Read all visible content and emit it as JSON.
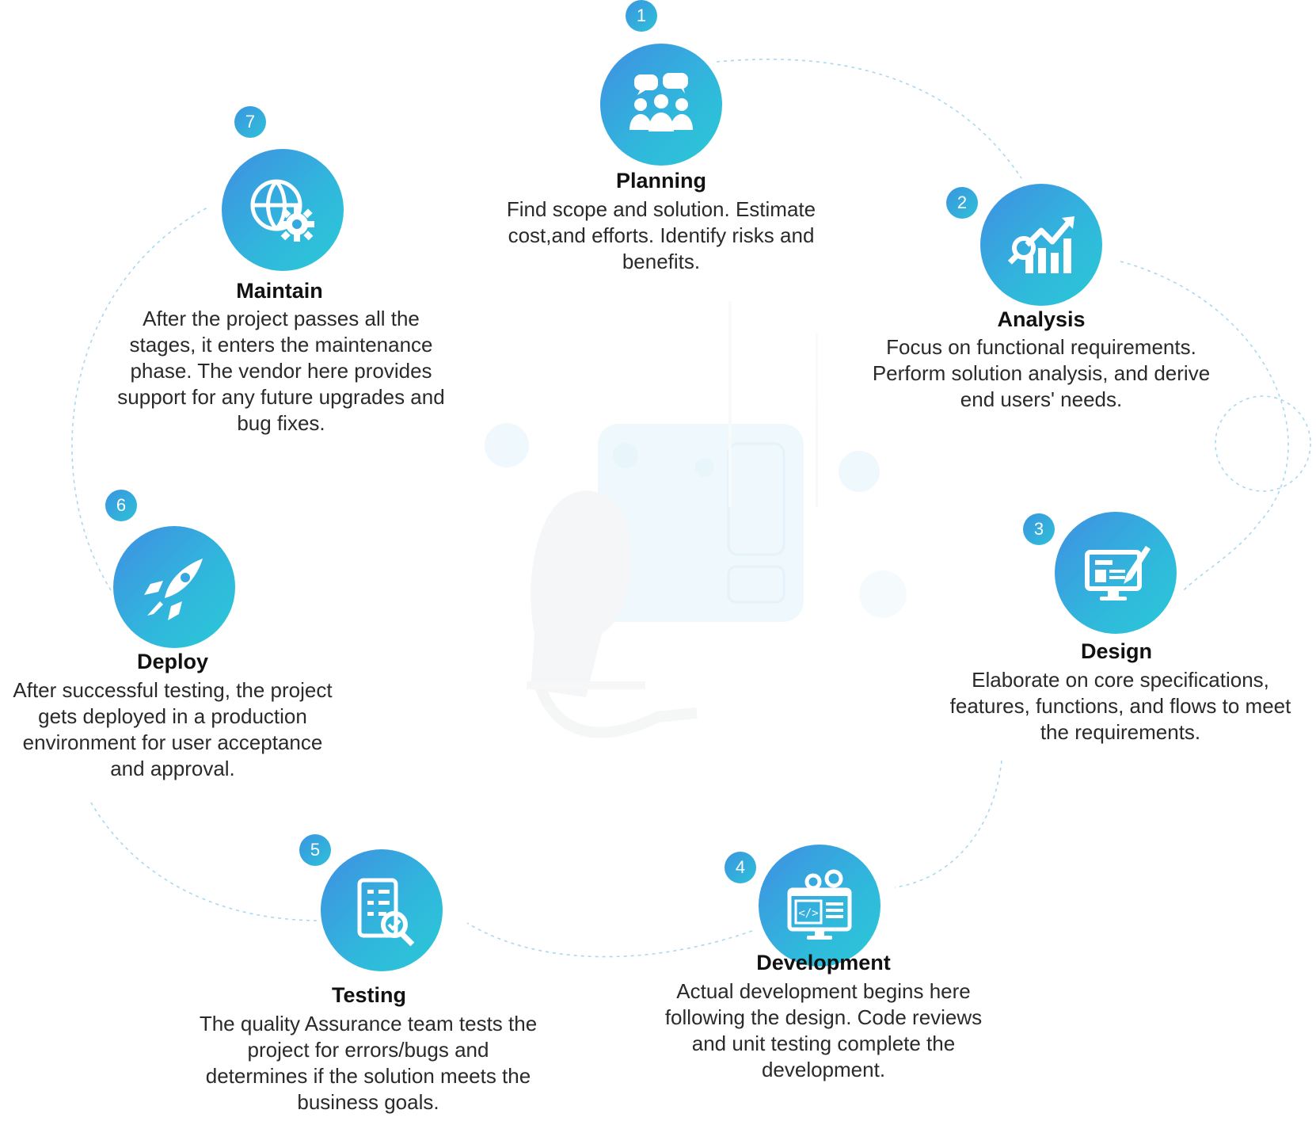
{
  "stages": [
    {
      "number": "1",
      "title": "Planning",
      "icon": "team-discussion-icon",
      "description": "Find scope and solution. Estimate cost,and efforts. Identify risks and benefits."
    },
    {
      "number": "2",
      "title": "Analysis",
      "icon": "analytics-chart-icon",
      "description": "Focus on functional requirements. Perform solution analysis, and derive end users' needs."
    },
    {
      "number": "3",
      "title": "Design",
      "icon": "design-monitor-icon",
      "description": "Elaborate on core specifications, features, functions, and flows to meet the requirements."
    },
    {
      "number": "4",
      "title": "Development",
      "icon": "code-monitor-icon",
      "description": "Actual development begins here following the design. Code reviews and unit testing complete the development."
    },
    {
      "number": "5",
      "title": "Testing",
      "icon": "checklist-search-icon",
      "description": "The quality Assurance team tests the project for errors/bugs and determines if the solution meets the business goals."
    },
    {
      "number": "6",
      "title": "Deploy",
      "icon": "rocket-icon",
      "description": "After successful testing, the project gets deployed in a production environment for user acceptance and approval."
    },
    {
      "number": "7",
      "title": "Maintain",
      "icon": "globe-gear-icon",
      "description": "After the project passes all the stages, it enters the maintenance phase. The vendor here provides support for any future upgrades and bug fixes."
    }
  ],
  "colors": {
    "gradient_start": "#3f8fe2",
    "gradient_end": "#2ac8d6",
    "connector": "#9fd3ee"
  }
}
